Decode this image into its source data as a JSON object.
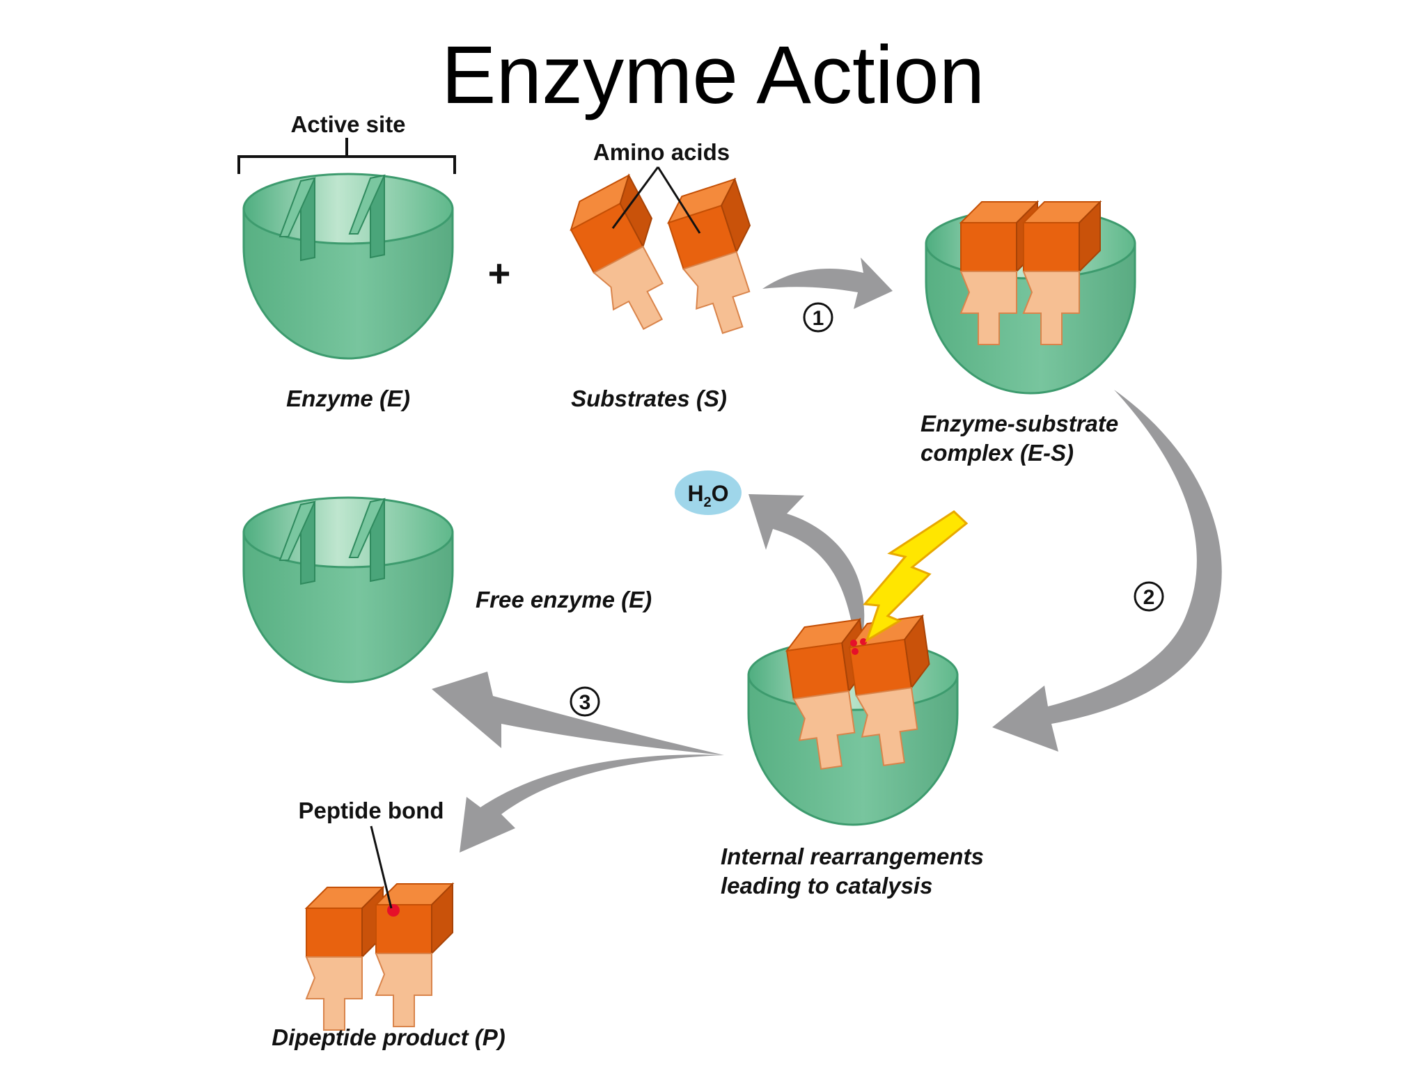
{
  "title": "Enzyme Action",
  "labels": {
    "active_site": "Active site",
    "amino_acids": "Amino acids",
    "plus": "+",
    "enzyme": "Enzyme (E)",
    "substrates": "Substrates (S)",
    "es_complex_line1": "Enzyme-substrate",
    "es_complex_line2": "complex (E-S)",
    "h2o_h": "H",
    "h2o_sub": "2",
    "h2o_o": "O",
    "free_enzyme": "Free enzyme (E)",
    "internal_line1": "Internal rearrangements",
    "internal_line2": "leading to catalysis",
    "peptide_bond": "Peptide bond",
    "dipeptide": "Dipeptide product (P)"
  },
  "steps": [
    "1",
    "2",
    "3"
  ],
  "colors": {
    "enzyme_green": "#6dbf96",
    "enzyme_green_light": "#b8e3cb",
    "enzyme_outline": "#3d9b6e",
    "substrate_orange": "#ea6a12",
    "substrate_light": "#f7c39a",
    "arrow_gray": "#9a9a9c",
    "lightning_yellow": "#ffe600",
    "h2o_blue": "#9fd6ea",
    "bond_red": "#e6102a"
  }
}
